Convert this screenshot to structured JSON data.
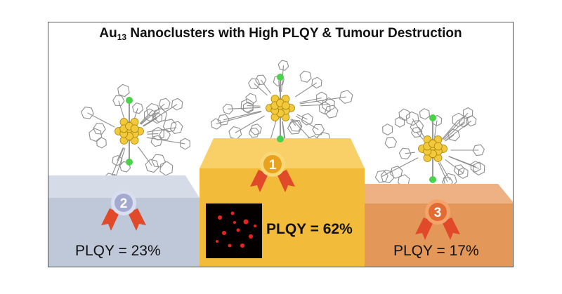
{
  "title": {
    "prefix": "Au",
    "subscript": "13",
    "rest": " Nanoclusters with High PLQY & Tumour Destruction"
  },
  "podium": [
    {
      "rank": "1",
      "plqy_label": "PLQY = 62%",
      "color": "#F2BC3A"
    },
    {
      "rank": "2",
      "plqy_label": "PLQY = 23%",
      "color": "#C3CBDB"
    },
    {
      "rank": "3",
      "plqy_label": "PLQY = 17%",
      "color": "#E49A59"
    }
  ],
  "colors": {
    "gold_atom": "#F1C93A",
    "chloride_atom": "#4CD14C",
    "ribbon": "#E04A2A",
    "ligand_stroke": "#8F8F8F"
  }
}
